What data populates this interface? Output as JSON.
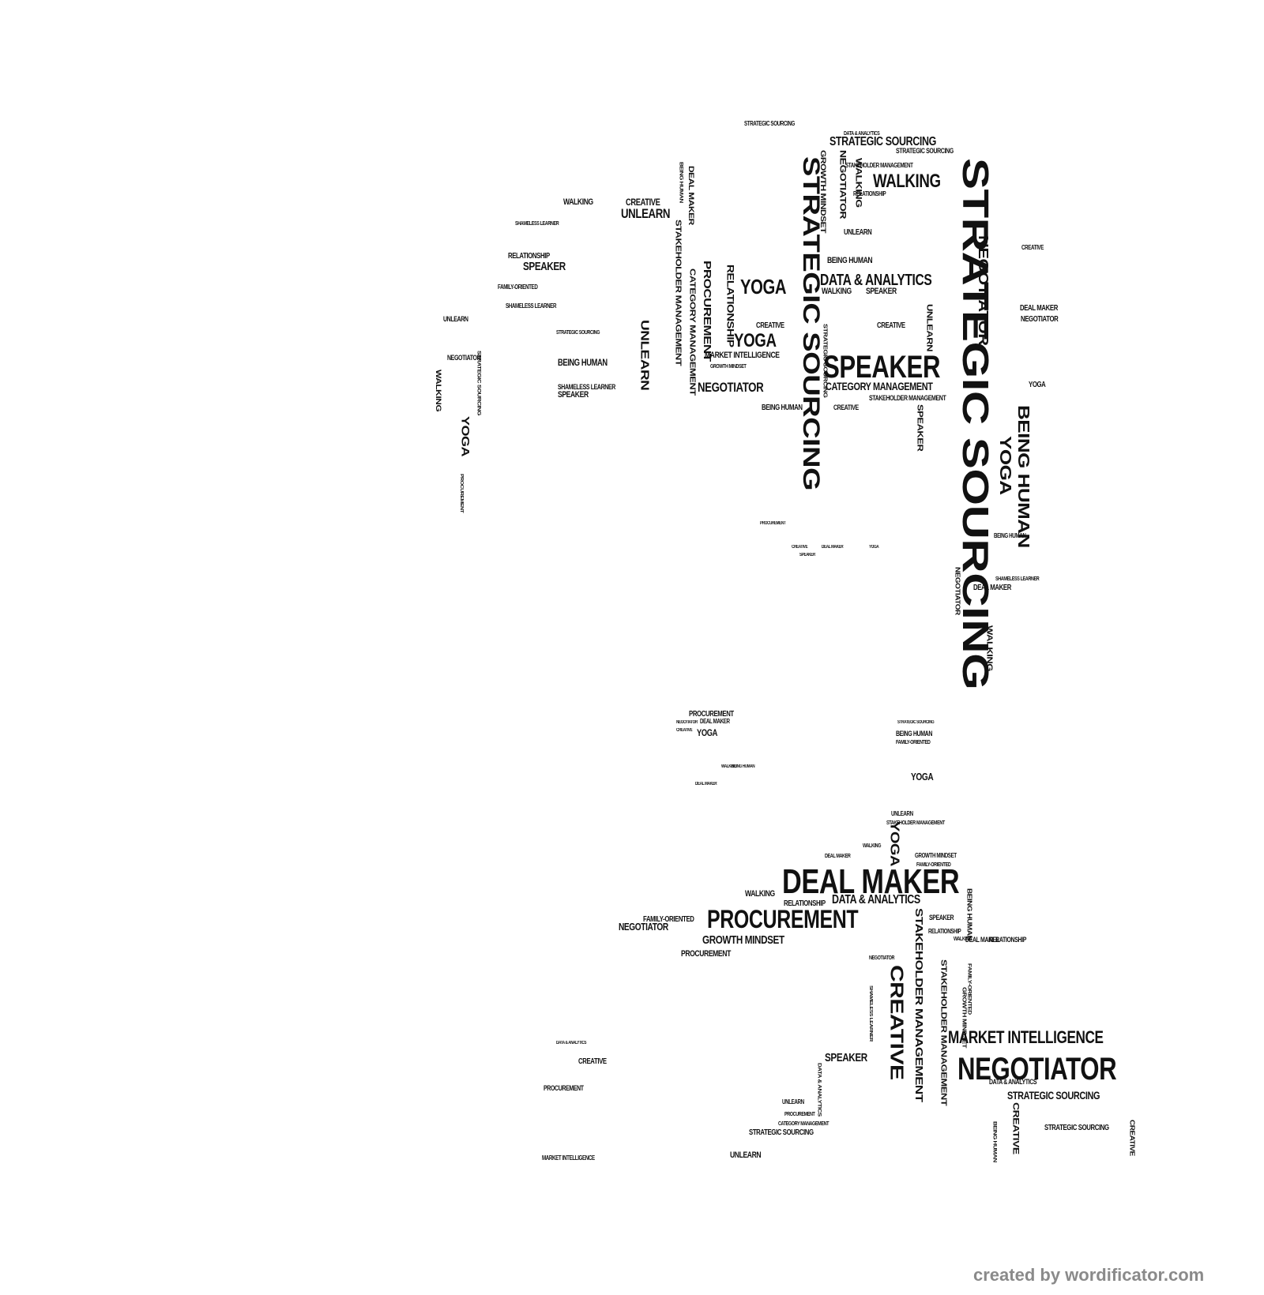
{
  "credit": "created by wordificator.com",
  "colors": {
    "background": "#ffffff",
    "text": "#111111",
    "credit": "#8a8a8a"
  },
  "words": {
    "w1": "STRATEGIC SOURCING",
    "w2": "STRATEGIC SOURCING",
    "w3": "STRATEGIC SOURCING",
    "w4": "STRATEGIC SOURCING",
    "w5": "STRATEGIC SOURCING",
    "w6": "STRATEGIC SOURCING",
    "w7": "STRATEGIC SOURCING",
    "w8": "STRATEGIC SOURCING",
    "w9": "DATA & ANALYTICS",
    "w10": "DATA & ANALYTICS",
    "w11": "DATA & ANALYTICS",
    "w12": "DATA & ANALYTICS",
    "w13": "SPEAKER",
    "w14": "SPEAKER",
    "w15": "SPEAKER",
    "w16": "SPEAKER",
    "w17": "SPEAKER",
    "w18": "SPEAKER",
    "w19": "YOGA",
    "w20": "YOGA",
    "w21": "YOGA",
    "w22": "YOGA",
    "w23": "YOGA",
    "w24": "YOGA",
    "w25": "YOGA",
    "w26": "YOGA",
    "w27": "WALKING",
    "w28": "WALKING",
    "w29": "WALKING",
    "w30": "WALKING",
    "w31": "WALKING",
    "w32": "WALKING",
    "w33": "WALKING",
    "w34": "NEGOTIATOR",
    "w35": "NEGOTIATOR",
    "w36": "NEGOTIATOR",
    "w37": "NEGOTIATOR",
    "w38": "NEGOTIATOR",
    "w39": "NEGOTIATOR",
    "w40": "NEGOTIATOR",
    "w41": "NEGOTIATOR",
    "w42": "BEING HUMAN",
    "w43": "BEING HUMAN",
    "w44": "BEING HUMAN",
    "w45": "BEING HUMAN",
    "w46": "BEING HUMAN",
    "w47": "BEING HUMAN",
    "w48": "UNLEARN",
    "w49": "UNLEARN",
    "w50": "UNLEARN",
    "w51": "UNLEARN",
    "w52": "UNLEARN",
    "w53": "UNLEARN",
    "w54": "CREATIVE",
    "w55": "CREATIVE",
    "w56": "CREATIVE",
    "w57": "CREATIVE",
    "w58": "CREATIVE",
    "w59": "CREATIVE",
    "w60": "CREATIVE",
    "w61": "CREATIVE",
    "w62": "PROCUREMENT",
    "w63": "PROCUREMENT",
    "w64": "PROCUREMENT",
    "w65": "PROCUREMENT",
    "w66": "PROCUREMENT",
    "w67": "PROCUREMENT",
    "w68": "DEAL MAKER",
    "w69": "DEAL MAKER",
    "w70": "DEAL MAKER",
    "w71": "DEAL MAKER",
    "w72": "DEAL MAKER",
    "w73": "DEAL MAKER",
    "w74": "STAKEHOLDER MANAGEMENT",
    "w75": "STAKEHOLDER MANAGEMENT",
    "w76": "STAKEHOLDER MANAGEMENT",
    "w77": "STAKEHOLDER MANAGEMENT",
    "w78": "STAKEHOLDER MANAGEMENT",
    "w79": "CATEGORY MANAGEMENT",
    "w80": "CATEGORY MANAGEMENT",
    "w81": "CATEGORY MANAGEMENT",
    "w82": "CATEGORY MANAGEMENT",
    "w83": "RELATIONSHIP",
    "w84": "RELATIONSHIP",
    "w85": "RELATIONSHIP",
    "w86": "RELATIONSHIP",
    "w87": "RELATIONSHIP",
    "w88": "RELATIONSHIP",
    "w89": "RELATIONSHIP",
    "w90": "SHAMELESS LEARNER",
    "w91": "SHAMELESS LEARNER",
    "w92": "SHAMELESS LEARNER",
    "w93": "SHAMELESS LEARNER",
    "w94": "SHAMELESS LEARNER",
    "w95": "FAMILY-ORIENTED",
    "w96": "FAMILY-ORIENTED",
    "w97": "FAMILY-ORIENTED",
    "w98": "FAMILY-ORIENTED",
    "w99": "FAMILY-ORIENTED",
    "w100": "FAMILY-ORIENTED",
    "w101": "GROWTH MINDSET",
    "w102": "GROWTH MINDSET",
    "w103": "GROWTH MINDSET",
    "w104": "GROWTH MINDSET",
    "w105": "MARKET INTELLIGENCE",
    "w106": "MARKET INTELLIGENCE",
    "w107": "MARKET INTELLIGENCE",
    "w108": "DEAL MAKER",
    "w109": "PROCUREMENT",
    "w110": "NEGOTIATOR",
    "w111": "CREATIVE",
    "w112": "YOGA",
    "w113": "WALKING",
    "w114": "UNLEARN",
    "w115": "SPEAKER",
    "w116": "RELATIONSHIP",
    "w117": "BEING HUMAN",
    "w118": "DATA & ANALYTICS",
    "w119": "STRATEGIC SOURCING",
    "w120": "PROCUREMENT",
    "w121": "NEGOTIATOR",
    "w122": "CREATIVE",
    "w123": "YOGA",
    "w124": "UNLEARN",
    "w125": "WALKING",
    "w126": "SPEAKER",
    "w127": "DEAL MAKER",
    "w128": "NEGOTIATOR",
    "w129": "DATA & ANALYTICS",
    "w130": "CREATIVE",
    "w131": "UNLEARN",
    "w132": "SPEAKER",
    "w133": "YOGA",
    "w134": "FAMILY-ORIENTED",
    "w135": "BEING HUMAN",
    "w136": "RELATIONSHIP",
    "w137": "CATEGORY MANAGEMENT",
    "w138": "SHAMELESS LEARNER",
    "w139": "WALKING",
    "w140": "NEGOTIATOR",
    "w141": "YOGA",
    "w142": "CREATIVE",
    "w143": "GROWTH MINDSET",
    "w144": "BEING HUMAN",
    "w145": "WALKING",
    "w146": "DEAL MAKER",
    "w147": "YOGA",
    "w148": "NEGOTIATOR",
    "w149": "RELATIONSHIP",
    "w150": "CREATIVE"
  }
}
